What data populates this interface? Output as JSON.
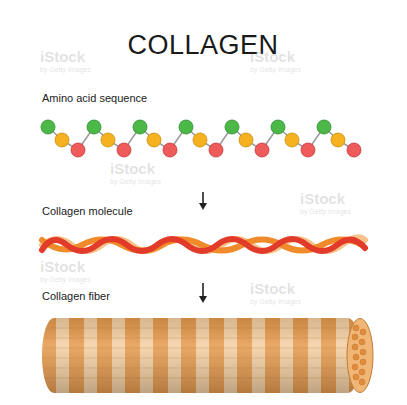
{
  "diagram": {
    "title": "COLLAGEN",
    "labels": [
      "Amino acid sequence",
      "Collagen molecule",
      "Collagen fiber",
      "iStock",
      "by Getty Images",
      "iStock",
      "by Getty Images",
      "iStock",
      "by Getty Images",
      "iStock",
      "by Getty Images",
      "iStock",
      "by Getty Images",
      "iStock",
      "by Getty Images"
    ]
  }
}
